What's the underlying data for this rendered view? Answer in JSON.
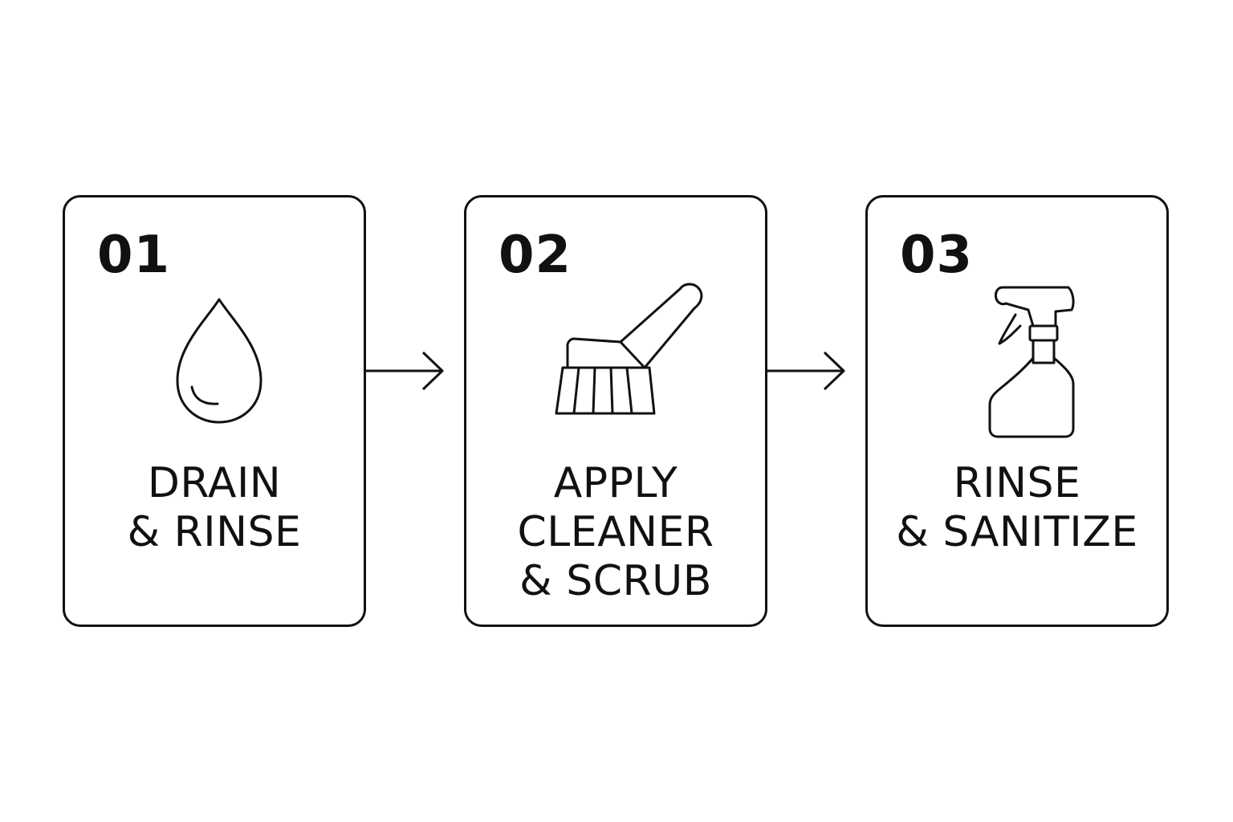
{
  "steps": [
    {
      "number": "01",
      "icon": "water-drop-icon",
      "label_lines": [
        "DRAIN",
        "& RINSE"
      ]
    },
    {
      "number": "02",
      "icon": "scrub-brush-icon",
      "label_lines": [
        "APPLY",
        "CLEANER",
        "& SCRUB"
      ]
    },
    {
      "number": "03",
      "icon": "spray-bottle-icon",
      "label_lines": [
        "RINSE",
        "& SANITIZE"
      ]
    }
  ],
  "colors": {
    "stroke": "#111111",
    "background": "#ffffff"
  }
}
